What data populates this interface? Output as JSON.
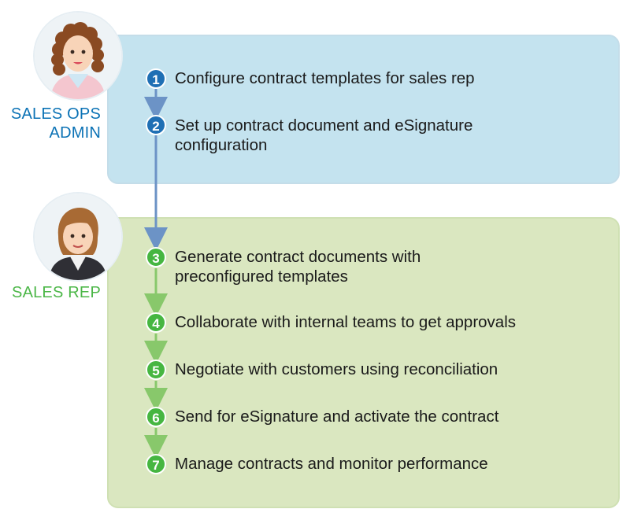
{
  "colors": {
    "admin_accent": "#0b72b5",
    "admin_badge": "#1f6fb4",
    "admin_panel": "#c4e3ef",
    "rep_accent": "#4cb748",
    "rep_badge": "#46b641",
    "rep_panel": "#dae7c0",
    "connector_blue": "#6c93c6",
    "connector_green": "#88c86b"
  },
  "roles": {
    "admin": {
      "label": "SALES OPS\nADMIN",
      "avatar_icon": "woman-curly-hair-avatar-icon"
    },
    "rep": {
      "label": "SALES REP",
      "avatar_icon": "woman-short-hair-avatar-icon"
    }
  },
  "steps": [
    {
      "num": "1",
      "label": "Configure contract templates for sales rep",
      "role": "admin"
    },
    {
      "num": "2",
      "label": "Set up contract document and eSignature\nconfiguration",
      "role": "admin"
    },
    {
      "num": "3",
      "label": "Generate contract documents with\npreconfigured templates",
      "role": "rep"
    },
    {
      "num": "4",
      "label": "Collaborate with internal teams to get approvals",
      "role": "rep"
    },
    {
      "num": "5",
      "label": "Negotiate with customers using reconciliation",
      "role": "rep"
    },
    {
      "num": "6",
      "label": "Send for eSignature and activate the contract",
      "role": "rep"
    },
    {
      "num": "7",
      "label": "Manage contracts and monitor performance",
      "role": "rep"
    }
  ]
}
